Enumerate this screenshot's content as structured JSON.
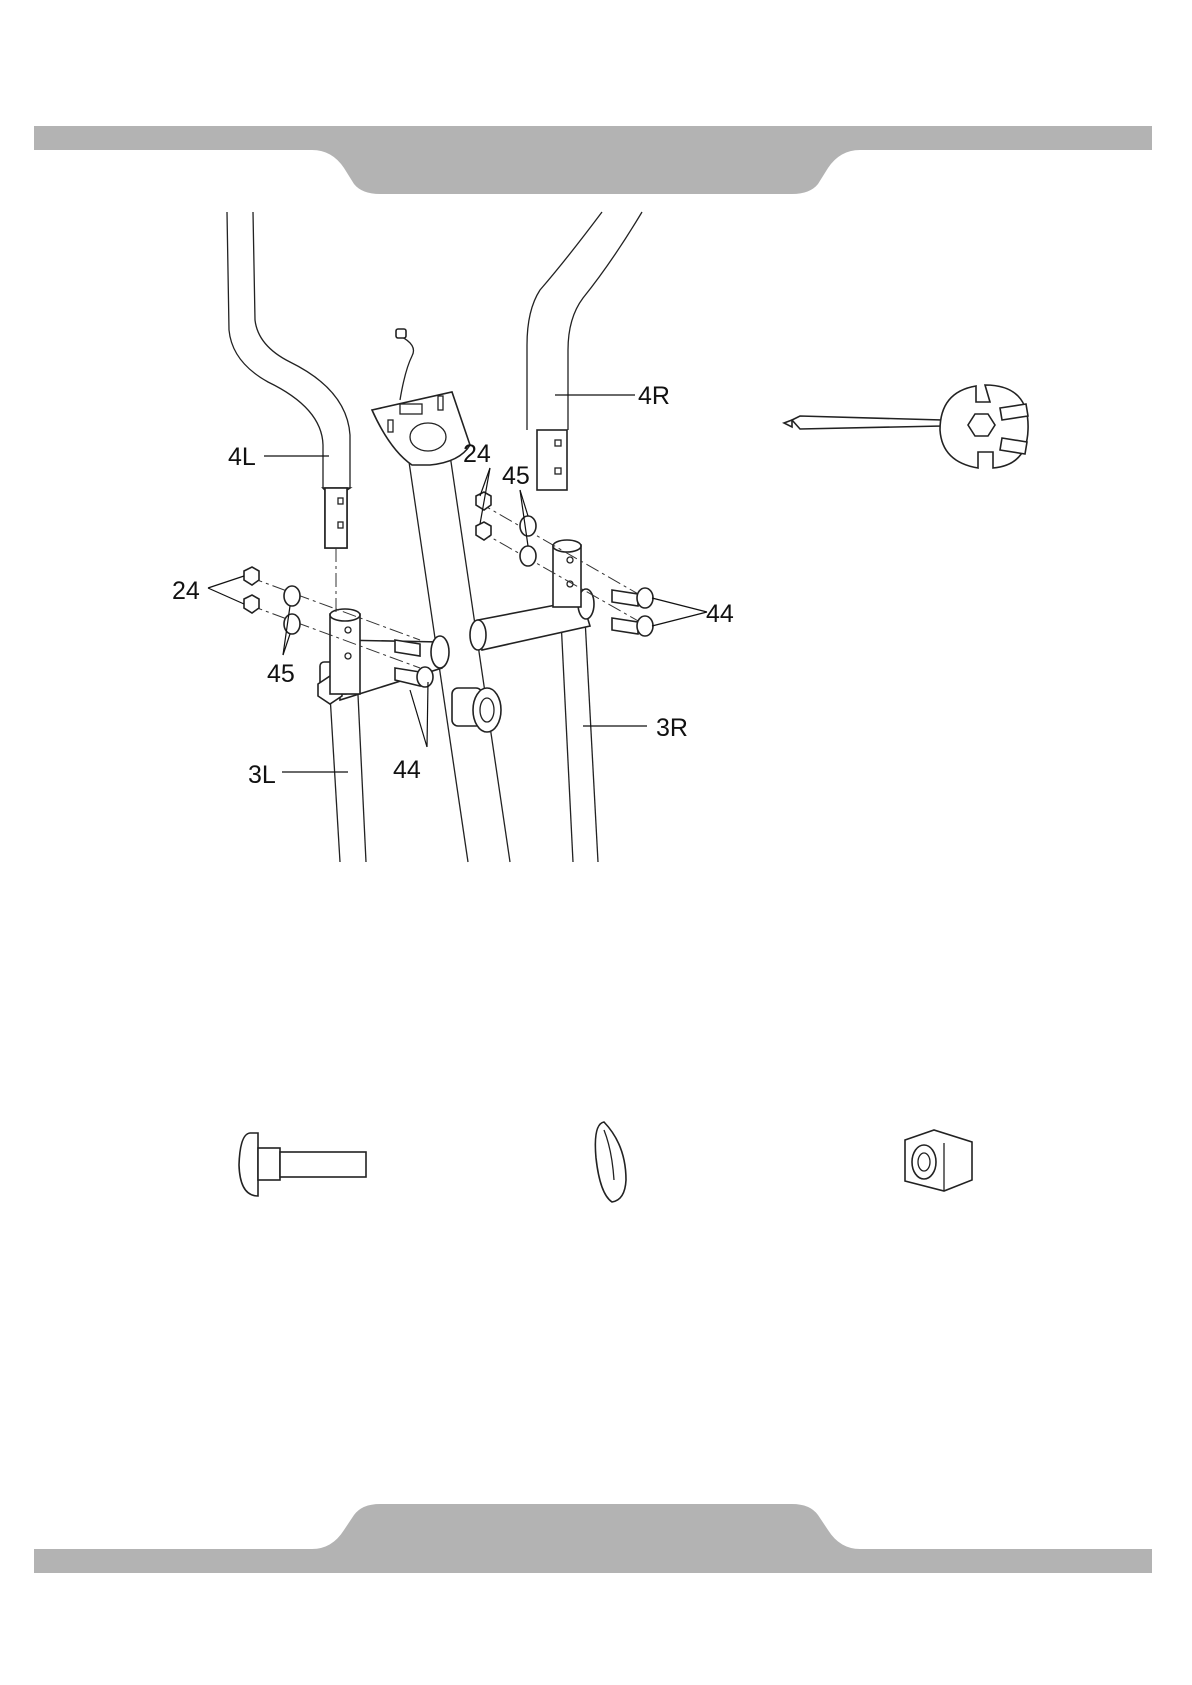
{
  "labels": {
    "l4L": "4L",
    "l4R": "4R",
    "l24a": "24",
    "l45a": "45",
    "l24b": "24",
    "l45b": "45",
    "l44a": "44",
    "l44b": "44",
    "l3L": "3L",
    "l3R": "3R"
  },
  "colors": {
    "band": "#b3b3b3",
    "line": "#222222",
    "background": "#ffffff"
  },
  "icons": [
    "wrench-screwdriver-tool",
    "carriage-bolt",
    "curved-washer",
    "hex-nut"
  ]
}
